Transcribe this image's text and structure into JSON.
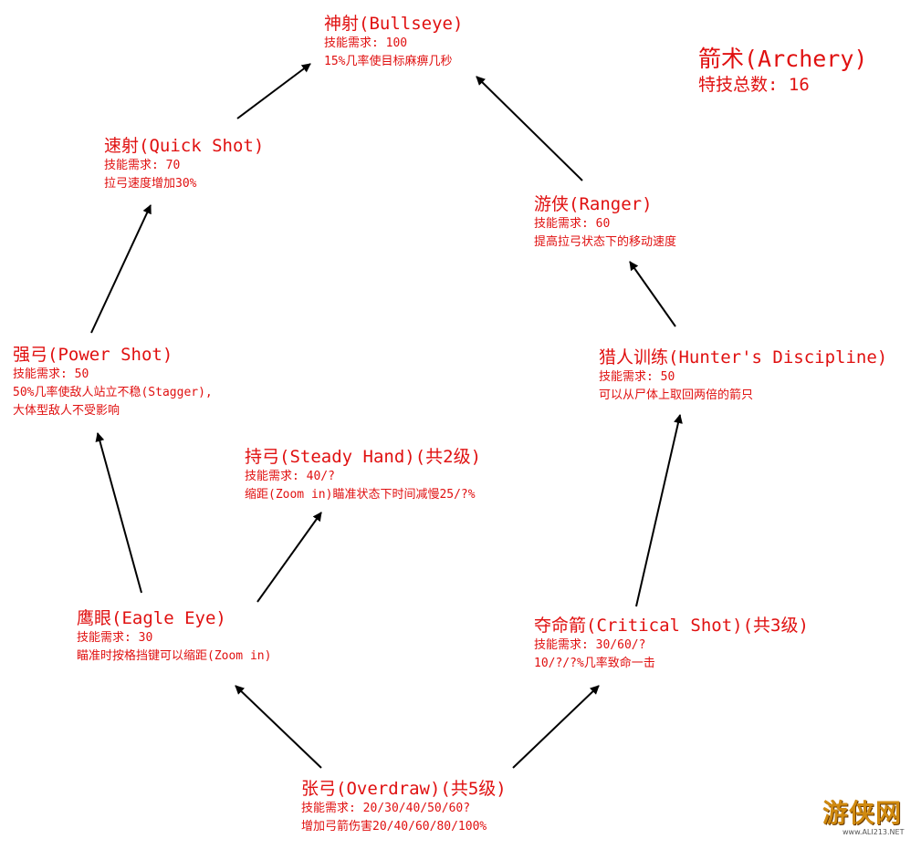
{
  "header": {
    "title": "箭术(Archery)",
    "count": "特技总数: 16"
  },
  "nodes": {
    "bullseye": {
      "name": "神射(Bullseye)",
      "req": "技能需求: 100",
      "desc": "15%几率使目标麻痹几秒"
    },
    "quick_shot": {
      "name": "速射(Quick Shot)",
      "req": "技能需求: 70",
      "desc": "拉弓速度增加30%"
    },
    "ranger": {
      "name": "游侠(Ranger)",
      "req": "技能需求: 60",
      "desc": "提高拉弓状态下的移动速度"
    },
    "power_shot": {
      "name": "强弓(Power Shot)",
      "req": "技能需求: 50",
      "desc": "50%几率使敌人站立不稳(Stagger),",
      "desc2": "大体型敌人不受影响"
    },
    "hunters_discipline": {
      "name": "猎人训练(Hunter's Discipline)",
      "req": "技能需求: 50",
      "desc": "可以从尸体上取回两倍的箭只"
    },
    "steady_hand": {
      "name": "持弓(Steady Hand)(共2级)",
      "req": "技能需求: 40/?",
      "desc": "缩距(Zoom in)瞄准状态下时间减慢25/?%"
    },
    "eagle_eye": {
      "name": "鹰眼(Eagle Eye)",
      "req": "技能需求: 30",
      "desc": "瞄准时按格挡键可以缩距(Zoom in)"
    },
    "critical_shot": {
      "name": "夺命箭(Critical Shot)(共3级)",
      "req": "技能需求: 30/60/?",
      "desc": "10/?/?%几率致命一击"
    },
    "overdraw": {
      "name": "张弓(Overdraw)(共5级)",
      "req": "技能需求: 20/30/40/50/60?",
      "desc": "增加弓箭伤害20/40/60/80/100%"
    }
  },
  "edges": [
    {
      "from": "overdraw",
      "to": "eagle_eye"
    },
    {
      "from": "overdraw",
      "to": "critical_shot"
    },
    {
      "from": "eagle_eye",
      "to": "power_shot"
    },
    {
      "from": "eagle_eye",
      "to": "steady_hand"
    },
    {
      "from": "power_shot",
      "to": "quick_shot"
    },
    {
      "from": "quick_shot",
      "to": "bullseye"
    },
    {
      "from": "critical_shot",
      "to": "hunters_discipline"
    },
    {
      "from": "hunters_discipline",
      "to": "ranger"
    },
    {
      "from": "ranger",
      "to": "bullseye"
    }
  ],
  "colors": {
    "text": "#e01010",
    "arrow": "#000000",
    "background": "#ffffff"
  },
  "watermark": {
    "logo_text": "游侠网",
    "site_text": "www.ALI213.NET"
  }
}
